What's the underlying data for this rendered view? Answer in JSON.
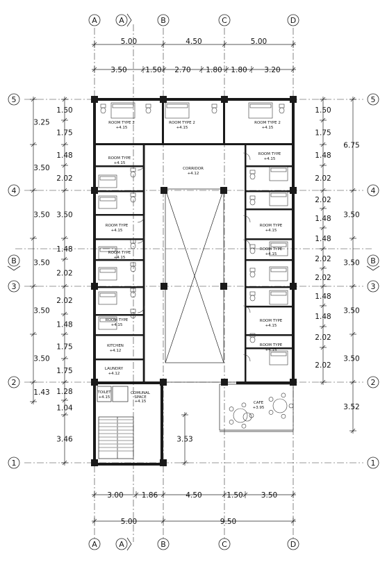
{
  "axes": {
    "letters": [
      "A",
      "B",
      "C",
      "D"
    ],
    "numbers": [
      "5",
      "4",
      "3",
      "2",
      "1"
    ],
    "section_a": "A",
    "section_b": "B"
  },
  "dims_top": {
    "row1": [
      "5.00",
      "4.50",
      "5.00"
    ],
    "row2": [
      "3.50",
      "1.50",
      "2.70",
      "1.80",
      "1.80",
      "3.20"
    ]
  },
  "dims_bottom": {
    "row1": [
      "3.00",
      "1.86",
      "4.50",
      "1.50",
      "3.50"
    ],
    "row2": [
      "5.00",
      "9.50"
    ]
  },
  "dims_left": {
    "outer": [
      "3.25",
      "3.50",
      "3.50",
      "3.50",
      "3.50",
      "1.43"
    ],
    "inner": [
      "1.50",
      "1.75",
      "1.48",
      "2.02",
      "3.50",
      "1.48",
      "2.02",
      "2.02",
      "1.48",
      "1.75",
      "1.75",
      "1.28",
      "1.04",
      "3.46"
    ],
    "stair": "3.53"
  },
  "dims_right": {
    "outer": [
      "6.75",
      "3.50",
      "3.50",
      "3.50",
      "3.52"
    ],
    "inner": [
      "1.50",
      "1.75",
      "1.48",
      "2.02",
      "2.02",
      "1.48",
      "1.48",
      "2.02",
      "2.02",
      "1.48",
      "1.48",
      "2.02"
    ]
  },
  "rooms": {
    "room_type_2": "ROOM TYPE 2",
    "room_type": "ROOM TYPE",
    "level_room": "+4.15",
    "corridor": "CORRIDOR",
    "level_corridor": "+4.12",
    "kitchen": "KITCHEN",
    "level_kitchen": "+4.12",
    "laundry": "LAUNDRY",
    "level_laundry": "+4.12",
    "toilet": "TOILET",
    "level_toilet": "+4.15",
    "comunal_1": "COMUNAL",
    "comunal_2": "SPACE",
    "level_comunal": "+4.15",
    "cafe": "CAFE",
    "level_cafe": "+3.95"
  }
}
